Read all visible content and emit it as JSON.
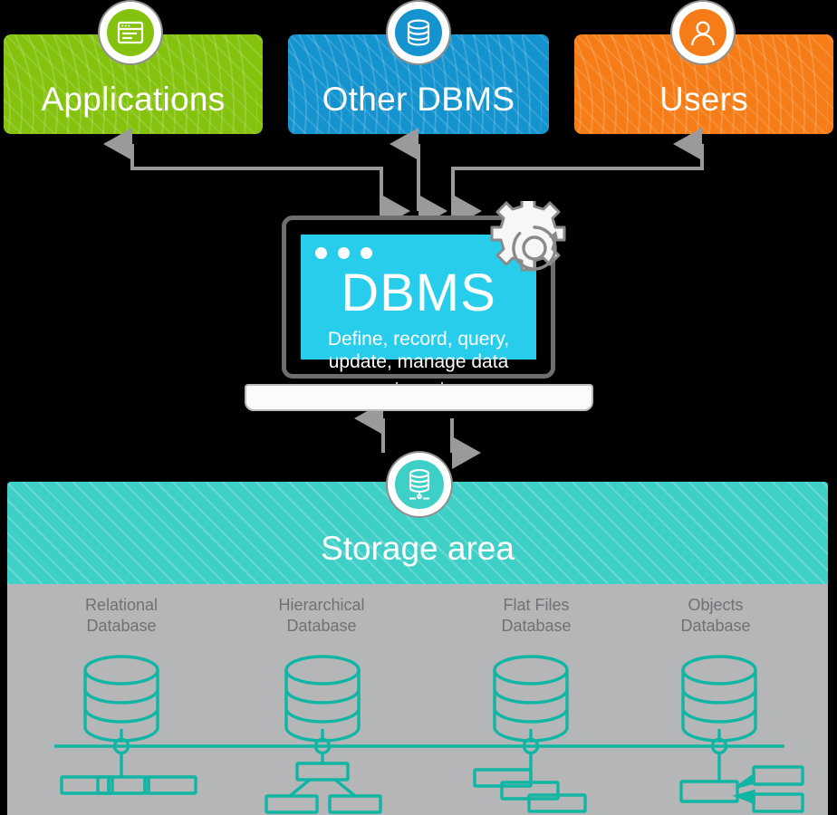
{
  "diagram": {
    "title": "DBMS architecture overview",
    "background_color": "#000000"
  },
  "sources": [
    {
      "id": "applications",
      "label": "Applications",
      "color": "#84C20D",
      "icon": "browser-window-icon"
    },
    {
      "id": "other-dbms",
      "label": "Other DBMS",
      "color": "#1593CE",
      "icon": "database-icon"
    },
    {
      "id": "users",
      "label": "Users",
      "color": "#F57C16",
      "icon": "user-icon"
    }
  ],
  "laptop": {
    "screen_title": "DBMS",
    "screen_subtitle": "Define, record, query,\nupdate, manage data",
    "screen_color": "#29CDEC",
    "gear_icon": "gear-refresh-icon",
    "window_dots": 3
  },
  "storage": {
    "title": "Storage area",
    "color": "#3ECFC6",
    "badge_icon": "database-node-icon",
    "panel_color": "#b4b6b8",
    "accent_color": "#11B5A4",
    "types": [
      {
        "id": "relational",
        "name": "Relational\nDatabase",
        "schema": "row-of-linked-records"
      },
      {
        "id": "hierarchical",
        "name": "Hierarchical\nDatabase",
        "schema": "tree-of-records"
      },
      {
        "id": "flat-files",
        "name": "Flat Files\nDatabase",
        "schema": "cascading-records"
      },
      {
        "id": "objects",
        "name": "Objects\nDatabase",
        "schema": "object-references"
      }
    ]
  },
  "connectors": {
    "color": "#9a9a9a",
    "flows": [
      {
        "from": "applications",
        "to": "dbms",
        "direction": "bidirectional"
      },
      {
        "from": "other-dbms",
        "to": "dbms",
        "direction": "bidirectional"
      },
      {
        "from": "users",
        "to": "dbms",
        "direction": "bidirectional"
      },
      {
        "from": "dbms",
        "to": "storage",
        "direction": "bidirectional"
      }
    ]
  }
}
